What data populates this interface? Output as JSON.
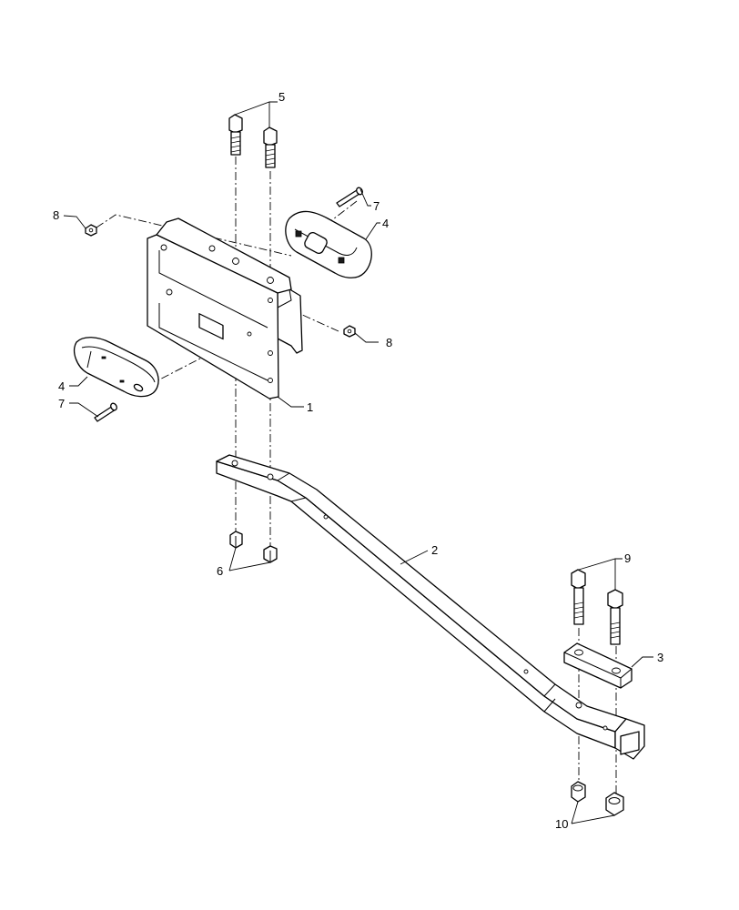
{
  "callouts": [
    "5",
    "7",
    "4",
    "8",
    "8",
    "4",
    "7",
    "1",
    "2",
    "6",
    "9",
    "3",
    "10"
  ],
  "colors": {
    "line": "#000000",
    "background": "#ffffff"
  },
  "parts": {
    "mounting_bracket": "1",
    "tube_arm": "2",
    "clamp_plate": "3",
    "lamp": "4",
    "upper_bolt": "5",
    "upper_nut": "6",
    "screw": "7",
    "small_nut": "8",
    "lower_bolt": "9",
    "lower_nut": "10"
  }
}
